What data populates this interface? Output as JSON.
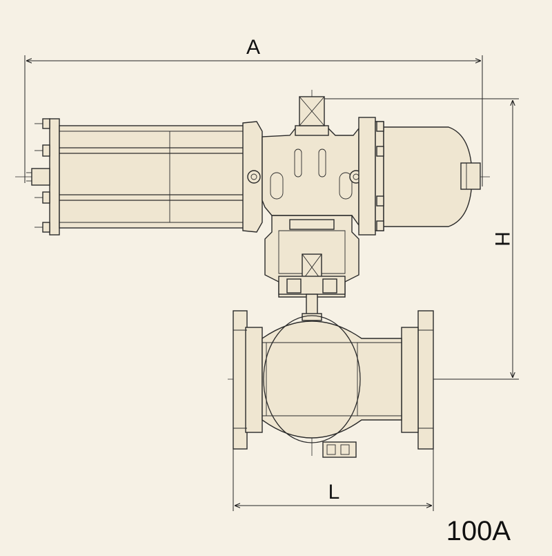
{
  "dimensions": {
    "overall_length_label": "A",
    "height_label": "H",
    "face_to_face_label": "L"
  },
  "model": "100A",
  "colors": {
    "background": "#f6f1e5",
    "line": "#2a2a2a",
    "body_fill": "#efe6d1"
  }
}
